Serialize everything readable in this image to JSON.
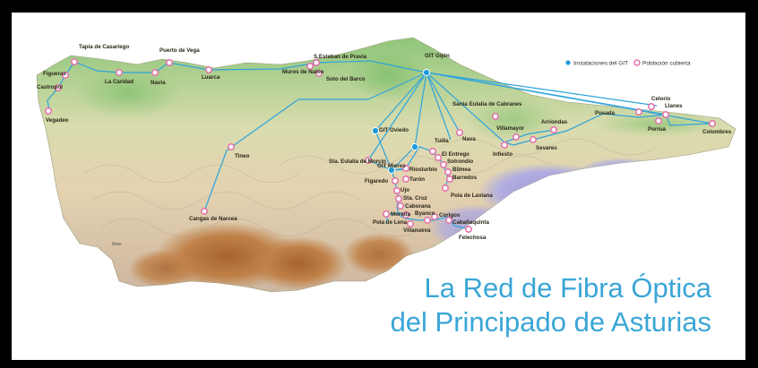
{
  "title": {
    "line1": "La Red de Fibra Óptica",
    "line2": "del Principado de Asturias"
  },
  "legend": {
    "git_label": "Instalaciones del GIT",
    "population_label": "Población cubierta"
  },
  "colors": {
    "link_line": "#2fa4dc",
    "git_node": "#1f9bd8",
    "town_node": "#e275ab",
    "title": "#3aa6d6",
    "low_land": "#8fc67a",
    "high_land": "#b6743c",
    "peaks": "#a8a4d8"
  },
  "places": {
    "tapia": "Tapia de Casariego",
    "puerto_vega": "Puerto de Vega",
    "figueras": "Figueras",
    "castropol": "Castropol",
    "la_caridad": "La Caridad",
    "navia": "Navia",
    "luarca": "Luarca",
    "vegadeo": "Vegadeo",
    "muros": "Muros de Nalón",
    "s_esteban": "S.Esteban de Pravia",
    "soto_barco": "Soto del Barco",
    "git_gijon": "GIT Gijón",
    "santa_eulalia_cabranes": "Santa Eulalia de Cabranes",
    "git_oviedo": "GIT Oviedo",
    "tuilla": "Tuilla",
    "el_entrego": "El Entrego",
    "sotrondio": "Sotrondio",
    "blimea": "Blimea",
    "barredos": "Barredos",
    "nava": "Nava",
    "villamayor": "Villamayor",
    "arriondas": "Arriondas",
    "infiesto": "Infiesto",
    "sevares": "Sevares",
    "posada": "Posada",
    "celorio": "Celorio",
    "llanes": "Llanes",
    "porrua": "Porrua",
    "colombres": "Colombres",
    "tineo": "Tineo",
    "sta_eulalia_morcin": "Sta. Eulalia de Morcín",
    "git_mieres": "GIT Mieres",
    "figaredo": "Figaredo",
    "riosturbio": "Riosturbio",
    "turon": "Turón",
    "ujo": "Ujo",
    "sta_cruz": "Sta. Cruz",
    "caborana": "Caborana",
    "moreda": "Moreda",
    "byanco": "Byanco",
    "corigos": "Corigos",
    "cabanaquinta": "Cabañaquinta",
    "pola_laviana": "Pola de Laviana",
    "pola_lena": "Pola de Lena",
    "villanueva": "Villanueva",
    "felechosa": "Felechosa",
    "cangas": "Cangas de Narcea",
    "ibias": "Ibias"
  }
}
